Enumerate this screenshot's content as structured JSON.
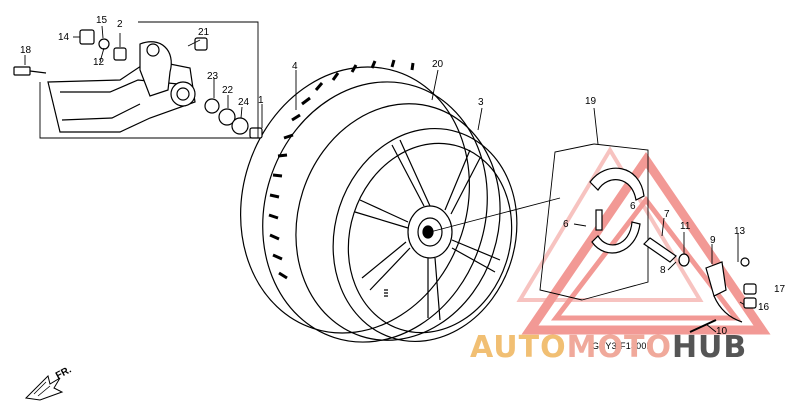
{
  "callouts": {
    "c1": "1",
    "c2": "2",
    "c3": "3",
    "c4": "4",
    "c6a": "6",
    "c6b": "6",
    "c7": "7",
    "c8": "8",
    "c9": "9",
    "c10": "10",
    "c11": "11",
    "c12": "12",
    "c13": "13",
    "c14": "14",
    "c15": "15",
    "c16": "16",
    "c17": "17",
    "c18": "18",
    "c19": "19",
    "c20": "20",
    "c21": "21",
    "c22": "22",
    "c23": "23",
    "c24": "24"
  },
  "ref_code": "GBY3-F1300B",
  "fr_label": "FR.",
  "watermark": {
    "part_a": "AUTO",
    "part_b": "MOTO",
    "part_c": "HUB",
    "colors": {
      "red": "#e8473f",
      "orange": "#f1bf73",
      "pink": "#f0a99b",
      "gray": "#555555"
    }
  },
  "colors": {
    "line": "#000000",
    "background": "#ffffff"
  }
}
